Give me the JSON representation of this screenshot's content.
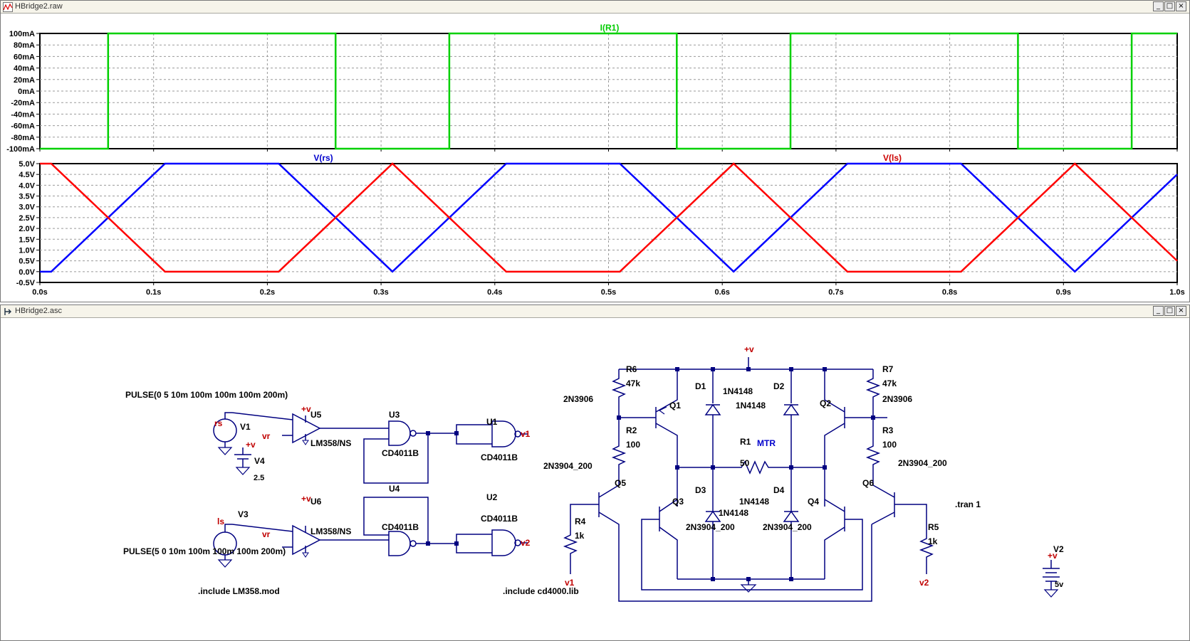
{
  "waveform_window": {
    "title": "HBridge2.raw",
    "buttons": [
      "_",
      "□",
      "×"
    ]
  },
  "schematic_window": {
    "title": "HBridge2.asc",
    "buttons": [
      "_",
      "□",
      "×"
    ]
  },
  "colors": {
    "green_trace": "#00d000",
    "blue_trace": "#0000ff",
    "red_trace": "#ff0000",
    "wire": "#000080",
    "net_label": "#c00000",
    "title_trace_green": "#00cc00",
    "title_trace_blue": "#0000cc",
    "title_trace_red": "#cc0000"
  },
  "chart_data": [
    {
      "type": "line",
      "title": "I(R1)",
      "xlim": [
        0,
        1.0
      ],
      "ylim": [
        -0.1,
        0.1
      ],
      "y_ticks": [
        "100mA",
        "80mA",
        "60mA",
        "40mA",
        "20mA",
        "0mA",
        "-20mA",
        "-40mA",
        "-60mA",
        "-80mA",
        "-100mA"
      ],
      "grid": true,
      "series": [
        {
          "name": "I(R1)",
          "x": [
            0,
            0.06,
            0.06,
            0.26,
            0.26,
            0.36,
            0.36,
            0.56,
            0.56,
            0.66,
            0.66,
            0.86,
            0.86,
            0.96,
            0.96,
            1.0
          ],
          "y": [
            -0.1,
            -0.1,
            0.1,
            0.1,
            -0.1,
            -0.1,
            0.1,
            0.1,
            -0.1,
            -0.1,
            0.1,
            0.1,
            -0.1,
            -0.1,
            0.1,
            0.1
          ]
        }
      ]
    },
    {
      "type": "line",
      "xlim": [
        0,
        1.0
      ],
      "ylim": [
        -0.5,
        5.0
      ],
      "y_ticks": [
        "5.0V",
        "4.5V",
        "4.0V",
        "3.5V",
        "3.0V",
        "2.5V",
        "2.0V",
        "1.5V",
        "1.0V",
        "0.5V",
        "0.0V",
        "-0.5V"
      ],
      "x_ticks": [
        "0.0s",
        "0.1s",
        "0.2s",
        "0.3s",
        "0.4s",
        "0.5s",
        "0.6s",
        "0.7s",
        "0.8s",
        "0.9s",
        "1.0s"
      ],
      "grid": true,
      "series": [
        {
          "name": "V(rs)",
          "x": [
            0,
            0.01,
            0.11,
            0.21,
            0.31,
            0.41,
            0.51,
            0.61,
            0.71,
            0.81,
            0.91,
            1.0
          ],
          "y": [
            0,
            0,
            5,
            5,
            0,
            5,
            5,
            0,
            5,
            5,
            0,
            4.5
          ]
        },
        {
          "name": "V(ls)",
          "x": [
            0,
            0.01,
            0.11,
            0.21,
            0.31,
            0.41,
            0.51,
            0.61,
            0.71,
            0.81,
            0.91,
            1.0
          ],
          "y": [
            5,
            5,
            0,
            0,
            5,
            0,
            0,
            5,
            0,
            0,
            5,
            0.5
          ]
        }
      ]
    }
  ],
  "schematic": {
    "pulse1": "PULSE(0 5 10m 100m 100m 100m 200m)",
    "pulse2": "PULSE(5 0 10m 100m 100m 100m 200m)",
    "include1": ".include LM358.mod",
    "include2": ".include cd4000.lib",
    "tran": ".tran 1",
    "net_rs": "rs",
    "net_ls": "ls",
    "net_vr": "vr",
    "net_v": "+v",
    "net_v1": "v1",
    "net_v2": "v2",
    "V1": "V1",
    "V2": "V2",
    "V3": "V3",
    "V4": "V4",
    "V4_value": "2.5",
    "V2_value": "5v",
    "U1": "U1",
    "U2": "U2",
    "U3": "U3",
    "U4": "U4",
    "U5": "U5",
    "U6": "U6",
    "cd4011": "CD4011B",
    "lm358": "LM358/NS",
    "R1": "R1",
    "R1_value": "50",
    "MTR": "MTR",
    "R2": "R2",
    "R2_value": "100",
    "R3": "R3",
    "R3_value": "100",
    "R4": "R4",
    "R4_value": "1k",
    "R5": "R5",
    "R5_value": "1k",
    "R6": "R6",
    "R6_value": "47k",
    "R7": "R7",
    "R7_value": "47k",
    "D1": "D1",
    "D2": "D2",
    "D3": "D3",
    "D4": "D4",
    "diode_model": "1N4148",
    "Q1": "Q1",
    "Q2": "Q2",
    "Q3": "Q3",
    "Q4": "Q4",
    "Q5": "Q5",
    "Q6": "Q6",
    "pnp_model": "2N3906",
    "npn_model": "2N3904_200"
  }
}
